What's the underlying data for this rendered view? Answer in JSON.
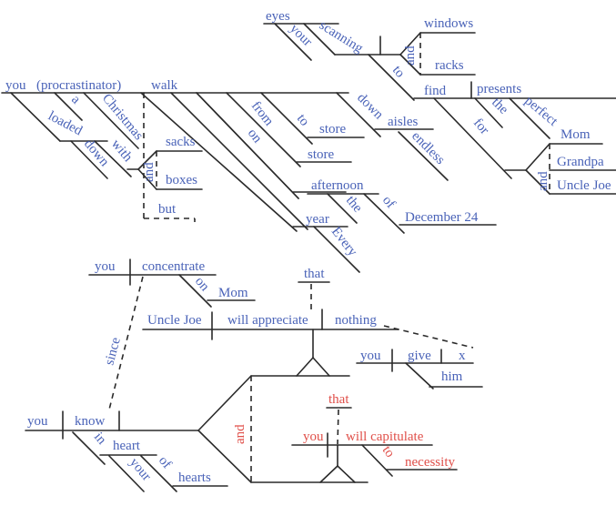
{
  "colors": {
    "main_text": "#4a63b8",
    "highlight_text": "#e0504a",
    "lines": "#2a2a2a",
    "background": "#ffffff"
  },
  "words": {
    "eyes": "eyes",
    "your1": "your",
    "scanning": "scanning",
    "windows": "windows",
    "and1": "and",
    "racks": "racks",
    "to1": "to",
    "find": "find",
    "presents": "presents",
    "the1": "the",
    "perfect": "perfect",
    "for": "for",
    "mom1": "Mom",
    "grandpa": "Grandpa",
    "uncle_joe1": "Uncle Joe",
    "and2": "and",
    "you1": "you",
    "procrastinator": "(procrastinator)",
    "walk": "walk",
    "a": "a",
    "christmas": "Christmas",
    "loaded": "loaded",
    "down1": "down",
    "with": "with",
    "and3": "and",
    "sacks": "sacks",
    "boxes": "boxes",
    "from": "from",
    "on1": "on",
    "to2": "to",
    "store1": "store",
    "store2": "store",
    "down2": "down",
    "aisles": "aisles",
    "endless": "endless",
    "afternoon": "afternoon",
    "the2": "the",
    "of1": "of",
    "december": "December 24",
    "year": "year",
    "every": "Every",
    "but": "but",
    "you2": "you",
    "concentrate": "concentrate",
    "on2": "on",
    "mom2": "Mom",
    "since": "since",
    "that1": "that",
    "uncle_joe2": "Uncle Joe",
    "will_appreciate": "will appreciate",
    "nothing": "nothing",
    "you3": "you",
    "give": "give",
    "x": "x",
    "him": "him",
    "you4": "you",
    "know": "know",
    "in": "in",
    "heart": "heart",
    "your2": "your",
    "of2": "of",
    "hearts": "hearts",
    "and4": "and",
    "that2": "that",
    "you5": "you",
    "will_capitulate": "will capitulate",
    "to3": "to",
    "necessity": "necessity"
  }
}
